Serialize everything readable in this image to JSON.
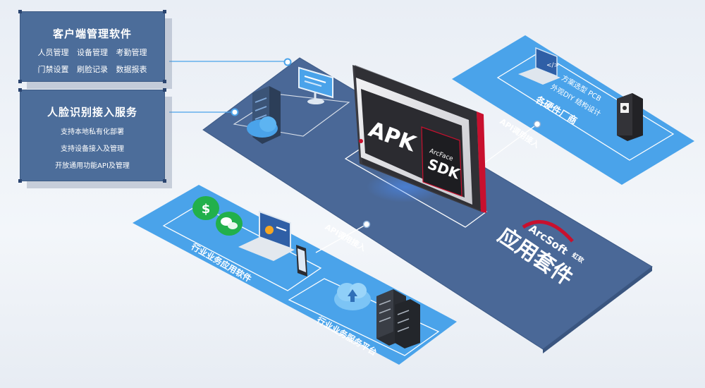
{
  "client_panel": {
    "title": "客户端管理软件",
    "row1": [
      "人员管理",
      "设备管理",
      "考勤管理"
    ],
    "row2": [
      "门禁设置",
      "刷脸记录",
      "数据报表"
    ]
  },
  "face_panel": {
    "title": "人脸识别接入服务",
    "lines": [
      "支持本地私有化部署",
      "支持设备接入及管理",
      "开放通用功能API及管理"
    ]
  },
  "apk_label": "APK",
  "sdk_brand": "ArcFace",
  "sdk_label": "SDK",
  "api_label_top": "API调用接入",
  "api_label_bottom": "API调用接入",
  "hardware": {
    "title": "各硬件厂商",
    "line1": "方案选型 PCB",
    "line2": "外观DIY 结构设计"
  },
  "industry_app": "行业业务应用软件",
  "industry_platform": "行业业务服务平台",
  "suite_title": "应用套件",
  "brand": {
    "name": "ArcSoft",
    "cn": "虹软"
  },
  "colors": {
    "panel": "#4c6d9a",
    "platform_dark": "#4a6897",
    "platform_light": "#4aa3ea",
    "accent_red": "#c8102e"
  }
}
